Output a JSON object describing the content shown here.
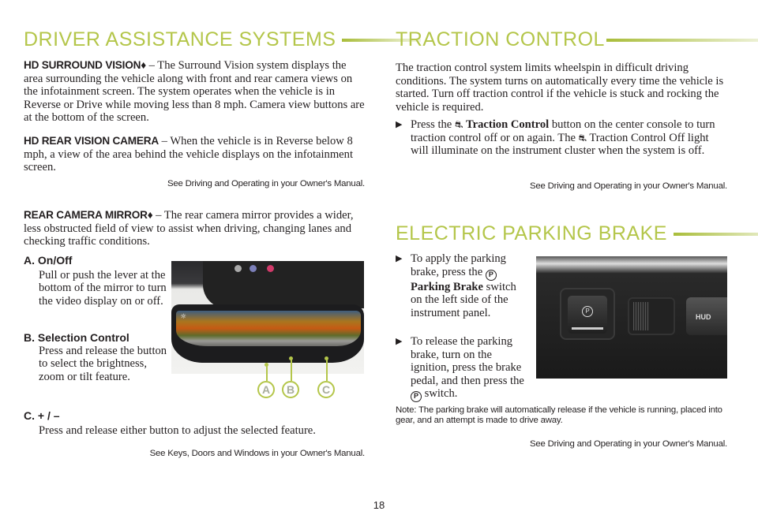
{
  "driver_assistance": {
    "heading": "DRIVER ASSISTANCE SYSTEMS",
    "surround": {
      "title": "HD SURROUND VISION♦",
      "text": " – The Surround Vision system displays the area surrounding the vehicle along with front and rear camera views on the infotainment screen. The system operates when the vehicle is in Reverse or Drive while moving less than 8 mph. Camera view buttons are at the bottom of the screen."
    },
    "rear_vision": {
      "title": "HD REAR VISION CAMERA",
      "text": " – When the vehicle is in Reverse below 8 mph, a view of the area behind the vehicle displays on the info­tainment screen."
    },
    "ref1": "See Driving and Operating in your Owner's Manual.",
    "mirror": {
      "title": "REAR CAMERA MIRROR♦",
      "text": " – The rear camera mirror provides a wider, less obstructed field of view to assist when driving, changing lanes and checking traffic conditions."
    },
    "items": [
      {
        "label": "A. On/Off",
        "text": "Pull or push the lever at the bottom of the mirror to turn the video display on or off."
      },
      {
        "label": "B. Selection Control",
        "text": "Press and release the button to select the brightness, zoom or tilt feature."
      },
      {
        "label": "C. + / –",
        "text": "Press and release either button to adjust the selected feature."
      }
    ],
    "callouts": [
      "A",
      "B",
      "C"
    ],
    "ref2": "See Keys, Doors and Windows in your Owner's Manual."
  },
  "traction": {
    "heading": "TRACTION CONTROL",
    "intro": "The traction control system limits wheelspin in difficult driving conditions. The system turns on automatically every time the vehicle is started. Turn off traction control if the vehicle is stuck and rocking the vehicle is required.",
    "bullet_pre": "Press the ",
    "bullet_bold": "Traction Control",
    "bullet_mid": " button on the center console to turn traction control off or on again. The ",
    "bullet_post": " Traction Control Off light will illuminate on the instrument cluster when the system is off.",
    "ref": "See Driving and Operating in your Owner's Manual."
  },
  "parking": {
    "heading": "ELECTRIC PARKING BRAKE",
    "b1_pre": "To apply the parking brake, press the ",
    "b1_bold": "Parking Brake",
    "b1_post": " switch on the left side of the instrument panel.",
    "b2_pre": "To release the parking brake, turn on the ignition, press the brake pedal, and then press the ",
    "b2_post": " switch.",
    "icon_p": "P",
    "hud": "HUD",
    "note": "Note: The parking brake will automatically release if the vehicle is running, placed into gear, and an attempt is made to drive away.",
    "ref": "See Driving and Operating in your Owner's Manual."
  },
  "page_number": "18"
}
